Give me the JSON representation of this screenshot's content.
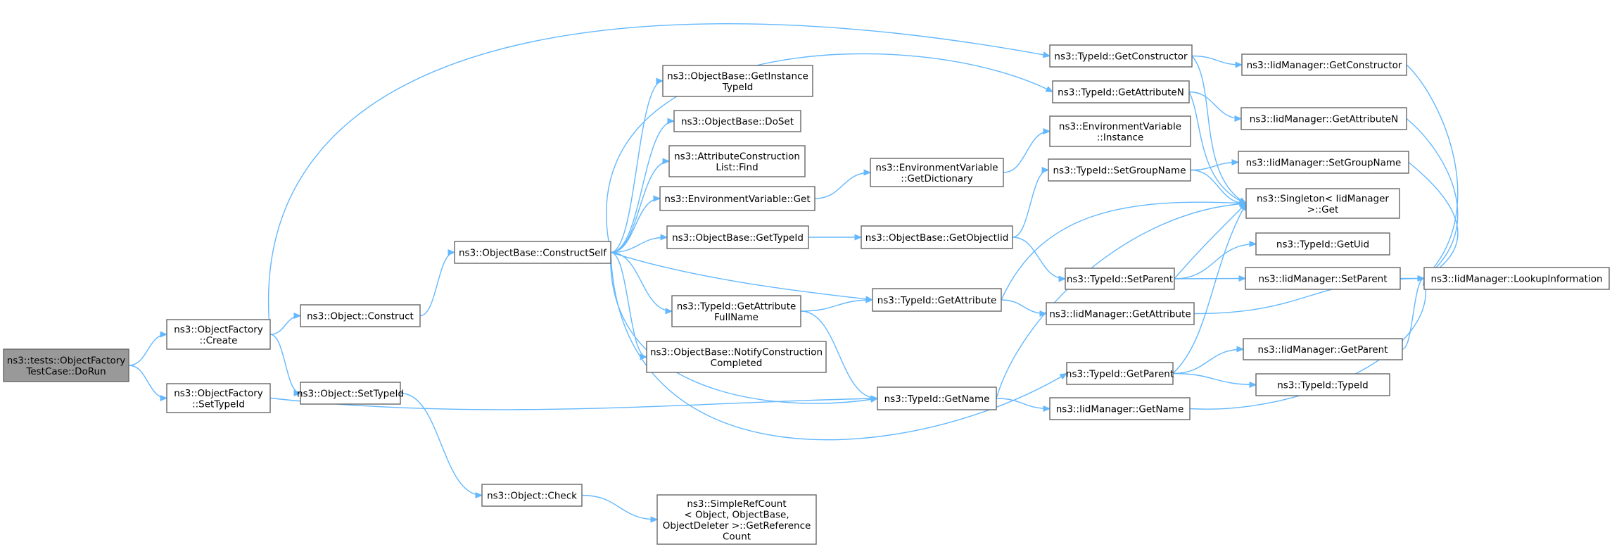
{
  "graph": {
    "title": "",
    "nodes": [
      {
        "id": "dorun",
        "lines": [
          "ns3::tests::ObjectFactory",
          "TestCase::DoRun"
        ],
        "root": true
      },
      {
        "id": "of_create",
        "lines": [
          "ns3::ObjectFactory",
          "::Create"
        ]
      },
      {
        "id": "of_settypeid",
        "lines": [
          "ns3::ObjectFactory",
          "::SetTypeId"
        ]
      },
      {
        "id": "obj_construct",
        "lines": [
          "ns3::Object::Construct"
        ]
      },
      {
        "id": "obj_settypeid",
        "lines": [
          "ns3::Object::SetTypeId"
        ]
      },
      {
        "id": "constructself",
        "lines": [
          "ns3::ObjectBase::ConstructSelf"
        ]
      },
      {
        "id": "obj_check",
        "lines": [
          "ns3::Object::Check"
        ]
      },
      {
        "id": "getinstancetypeid",
        "lines": [
          "ns3::ObjectBase::GetInstance",
          "TypeId"
        ]
      },
      {
        "id": "doset",
        "lines": [
          "ns3::ObjectBase::DoSet"
        ]
      },
      {
        "id": "acl_find",
        "lines": [
          "ns3::AttributeConstruction",
          "List::Find"
        ]
      },
      {
        "id": "envvar_get",
        "lines": [
          "ns3::EnvironmentVariable::Get"
        ]
      },
      {
        "id": "ob_gettypeid",
        "lines": [
          "ns3::ObjectBase::GetTypeId"
        ]
      },
      {
        "id": "tid_getattrfullname",
        "lines": [
          "ns3::TypeId::GetAttribute",
          "FullName"
        ]
      },
      {
        "id": "notifyconstruction",
        "lines": [
          "ns3::ObjectBase::NotifyConstruction",
          "Completed"
        ]
      },
      {
        "id": "simplerefcount",
        "lines": [
          "ns3::SimpleRefCount",
          "< Object, ObjectBase,",
          "ObjectDeleter >::GetReference",
          "Count"
        ]
      },
      {
        "id": "envvar_getdict",
        "lines": [
          "ns3::EnvironmentVariable",
          "::GetDictionary"
        ]
      },
      {
        "id": "ob_getobjectiid",
        "lines": [
          "ns3::ObjectBase::GetObjectIid"
        ]
      },
      {
        "id": "tid_getattribute",
        "lines": [
          "ns3::TypeId::GetAttribute"
        ]
      },
      {
        "id": "tid_getname",
        "lines": [
          "ns3::TypeId::GetName"
        ]
      },
      {
        "id": "tid_getconstructor",
        "lines": [
          "ns3::TypeId::GetConstructor"
        ]
      },
      {
        "id": "tid_getattributen",
        "lines": [
          "ns3::TypeId::GetAttributeN"
        ]
      },
      {
        "id": "envvar_instance",
        "lines": [
          "ns3::EnvironmentVariable",
          "::Instance"
        ]
      },
      {
        "id": "tid_setgroupname",
        "lines": [
          "ns3::TypeId::SetGroupName"
        ]
      },
      {
        "id": "tid_setparent",
        "lines": [
          "ns3::TypeId::SetParent"
        ]
      },
      {
        "id": "iid_getattribute",
        "lines": [
          "ns3::IidManager::GetAttribute"
        ]
      },
      {
        "id": "tid_getparent",
        "lines": [
          "ns3::TypeId::GetParent"
        ]
      },
      {
        "id": "iid_getname",
        "lines": [
          "ns3::IidManager::GetName"
        ]
      },
      {
        "id": "iid_getconstructor",
        "lines": [
          "ns3::IidManager::GetConstructor"
        ]
      },
      {
        "id": "iid_getattributen",
        "lines": [
          "ns3::IidManager::GetAttributeN"
        ]
      },
      {
        "id": "iid_setgroupname",
        "lines": [
          "ns3::IidManager::SetGroupName"
        ]
      },
      {
        "id": "singleton_get",
        "lines": [
          "ns3::Singleton< IidManager",
          ">::Get"
        ]
      },
      {
        "id": "tid_getuid",
        "lines": [
          "ns3::TypeId::GetUid"
        ]
      },
      {
        "id": "iid_setparent",
        "lines": [
          "ns3::IidManager::SetParent"
        ]
      },
      {
        "id": "iid_getparent",
        "lines": [
          "ns3::IidManager::GetParent"
        ]
      },
      {
        "id": "tid_typeid",
        "lines": [
          "ns3::TypeId::TypeId"
        ]
      },
      {
        "id": "iid_lookupinfo",
        "lines": [
          "ns3::IidManager::LookupInformation"
        ]
      }
    ],
    "edges": [
      [
        "dorun",
        "of_create"
      ],
      [
        "dorun",
        "of_settypeid"
      ],
      [
        "of_create",
        "obj_construct"
      ],
      [
        "of_create",
        "obj_settypeid"
      ],
      [
        "of_create",
        "tid_getconstructor"
      ],
      [
        "of_settypeid",
        "tid_getname"
      ],
      [
        "obj_construct",
        "constructself"
      ],
      [
        "obj_settypeid",
        "obj_check"
      ],
      [
        "obj_check",
        "simplerefcount"
      ],
      [
        "constructself",
        "getinstancetypeid"
      ],
      [
        "constructself",
        "doset"
      ],
      [
        "constructself",
        "acl_find"
      ],
      [
        "constructself",
        "envvar_get"
      ],
      [
        "constructself",
        "ob_gettypeid"
      ],
      [
        "constructself",
        "tid_getattrfullname"
      ],
      [
        "constructself",
        "notifyconstruction"
      ],
      [
        "constructself",
        "tid_getattribute"
      ],
      [
        "constructself",
        "tid_getname"
      ],
      [
        "constructself",
        "tid_getattributen"
      ],
      [
        "constructself",
        "tid_getparent"
      ],
      [
        "envvar_get",
        "envvar_getdict"
      ],
      [
        "envvar_getdict",
        "envvar_instance"
      ],
      [
        "ob_gettypeid",
        "ob_getobjectiid"
      ],
      [
        "ob_getobjectiid",
        "tid_setgroupname"
      ],
      [
        "ob_getobjectiid",
        "tid_setparent"
      ],
      [
        "tid_getattrfullname",
        "tid_getattribute"
      ],
      [
        "tid_getattrfullname",
        "tid_getname"
      ],
      [
        "tid_getattribute",
        "singleton_get"
      ],
      [
        "tid_getattribute",
        "iid_getattribute"
      ],
      [
        "tid_getname",
        "singleton_get"
      ],
      [
        "tid_getname",
        "iid_getname"
      ],
      [
        "tid_getconstructor",
        "iid_getconstructor"
      ],
      [
        "tid_getconstructor",
        "singleton_get"
      ],
      [
        "tid_getattributen",
        "iid_getattributen"
      ],
      [
        "tid_getattributen",
        "singleton_get"
      ],
      [
        "tid_setgroupname",
        "iid_setgroupname"
      ],
      [
        "tid_setgroupname",
        "singleton_get"
      ],
      [
        "tid_setparent",
        "singleton_get"
      ],
      [
        "tid_setparent",
        "tid_getuid"
      ],
      [
        "tid_setparent",
        "iid_setparent"
      ],
      [
        "iid_getattribute",
        "iid_lookupinfo"
      ],
      [
        "tid_getparent",
        "singleton_get"
      ],
      [
        "tid_getparent",
        "iid_getparent"
      ],
      [
        "tid_getparent",
        "tid_typeid"
      ],
      [
        "iid_getname",
        "iid_lookupinfo"
      ],
      [
        "iid_getconstructor",
        "iid_lookupinfo"
      ],
      [
        "iid_getattributen",
        "iid_lookupinfo"
      ],
      [
        "iid_setgroupname",
        "iid_lookupinfo"
      ],
      [
        "iid_setparent",
        "iid_lookupinfo"
      ],
      [
        "iid_getparent",
        "iid_lookupinfo"
      ]
    ]
  }
}
